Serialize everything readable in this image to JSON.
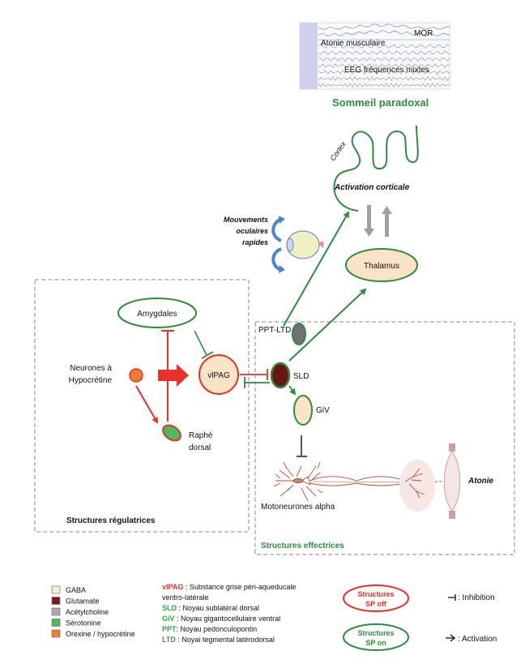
{
  "eeg": {
    "labels": {
      "mor": "MOR",
      "atonia": "Atonie musculaire",
      "eeg": "EEG fréquences mixtes"
    },
    "caption": "Sommeil paradoxal"
  },
  "cortex": {
    "label": "Cortex",
    "activation": "Activation corticale"
  },
  "eye": {
    "label_lines": [
      "Mouvements",
      "oculaires",
      "rapides"
    ]
  },
  "nodes": {
    "thalamus": "Thalamus",
    "amygdales": "Amygdales",
    "hypocretine_lines": [
      "Neurones à",
      "Hypocrétine"
    ],
    "vlpag": "vlPAG",
    "raphe_lines": [
      "Raphé",
      "dorsal"
    ],
    "ppt_ltd": "PPT-LTD",
    "sld": "SLD",
    "giv": "GiV",
    "motoneurones": "Motoneurones alpha",
    "atonie": "Atonie"
  },
  "boxes": {
    "regulatrices": "Structures régulatrices",
    "effectrices": "Structures effectrices"
  },
  "legend": {
    "neurotransmitters": [
      {
        "label": "GABA",
        "color": "#f3efd8"
      },
      {
        "label": "Glutamate",
        "color": "#7b1a1a"
      },
      {
        "label": "Acétylcholine",
        "color": "#a8a8b0"
      },
      {
        "label": "Sérotonine",
        "color": "#4cb860"
      },
      {
        "label": "Orexine / hypocrétine",
        "color": "#ef7a35"
      }
    ],
    "abbreviations": [
      {
        "abbr": "vlPAG",
        "sep": " : ",
        "text": "Substance grise péri-aqueducale",
        "text2": "ventro-latérale",
        "color": "#e8312a"
      },
      {
        "abbr": "SLD",
        "sep": " : ",
        "text": "Noyau sublatéral dorsal",
        "color": "#2eaa3e"
      },
      {
        "abbr": "GiV",
        "sep": " : ",
        "text": "Noyau gigantocellulaire ventral",
        "color": "#2eaa3e"
      },
      {
        "abbr": "PPT",
        "sep": ": ",
        "text": "Noyau pedonculopontin",
        "color": "#2eaa3e"
      },
      {
        "abbr": "LTD",
        "sep": " : ",
        "text": "Noyai tegmental latérodorsal",
        "color": "#2eaa3e"
      }
    ],
    "sp_off_lines": [
      "Structures",
      "SP off"
    ],
    "sp_on_lines": [
      "Structures",
      "SP on"
    ],
    "inhibition": ": Inhibition",
    "activation": ": Activation"
  },
  "colors": {
    "green": "#2e8b3e",
    "red": "#e8312a",
    "peach": "#fbe3c8",
    "grey_arrow": "#a0a0a0"
  }
}
